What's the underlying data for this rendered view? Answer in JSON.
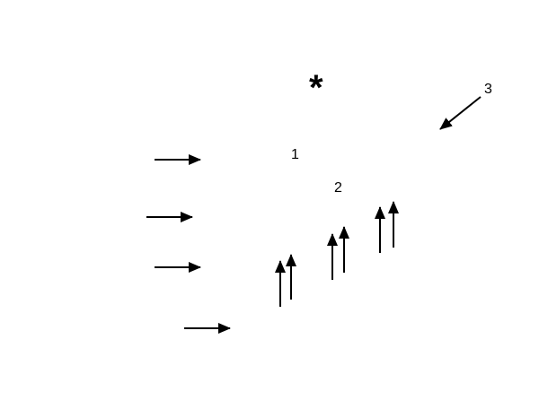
{
  "labels": {
    "one": "1",
    "two": "2",
    "three": "3",
    "star": "*"
  },
  "colors": {
    "ink": "#000000",
    "background": "#ffffff"
  },
  "arrows": {
    "horizontal_count": 4,
    "vertical_count": 6,
    "diagonal_count": 1
  }
}
